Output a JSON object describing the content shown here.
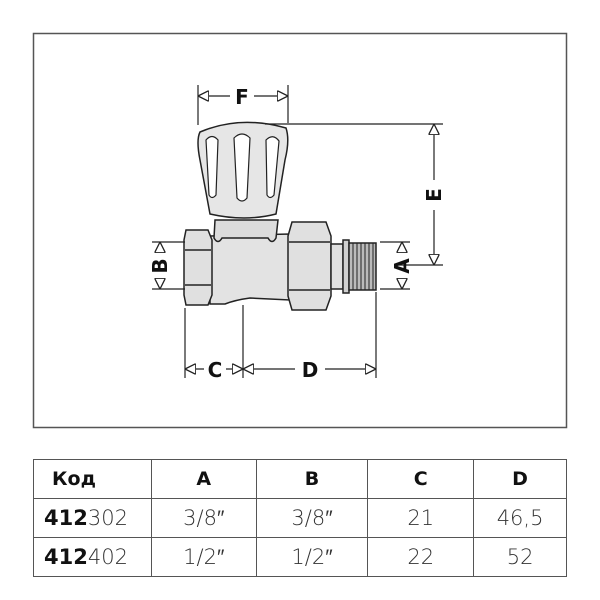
{
  "diagram": {
    "dimension_labels": {
      "F": "F",
      "E": "E",
      "A": "A",
      "B": "B",
      "C": "C",
      "D": "D"
    }
  },
  "table": {
    "headers": [
      "Код",
      "A",
      "B",
      "C",
      "D"
    ],
    "rows": [
      {
        "code_prefix": "412",
        "code_suffix": "302",
        "A": "3/8″",
        "B": "3/8″",
        "C": "21",
        "D": "46,5"
      },
      {
        "code_prefix": "412",
        "code_suffix": "402",
        "A": "1/2″",
        "B": "1/2″",
        "C": "22",
        "D": "52"
      }
    ]
  }
}
